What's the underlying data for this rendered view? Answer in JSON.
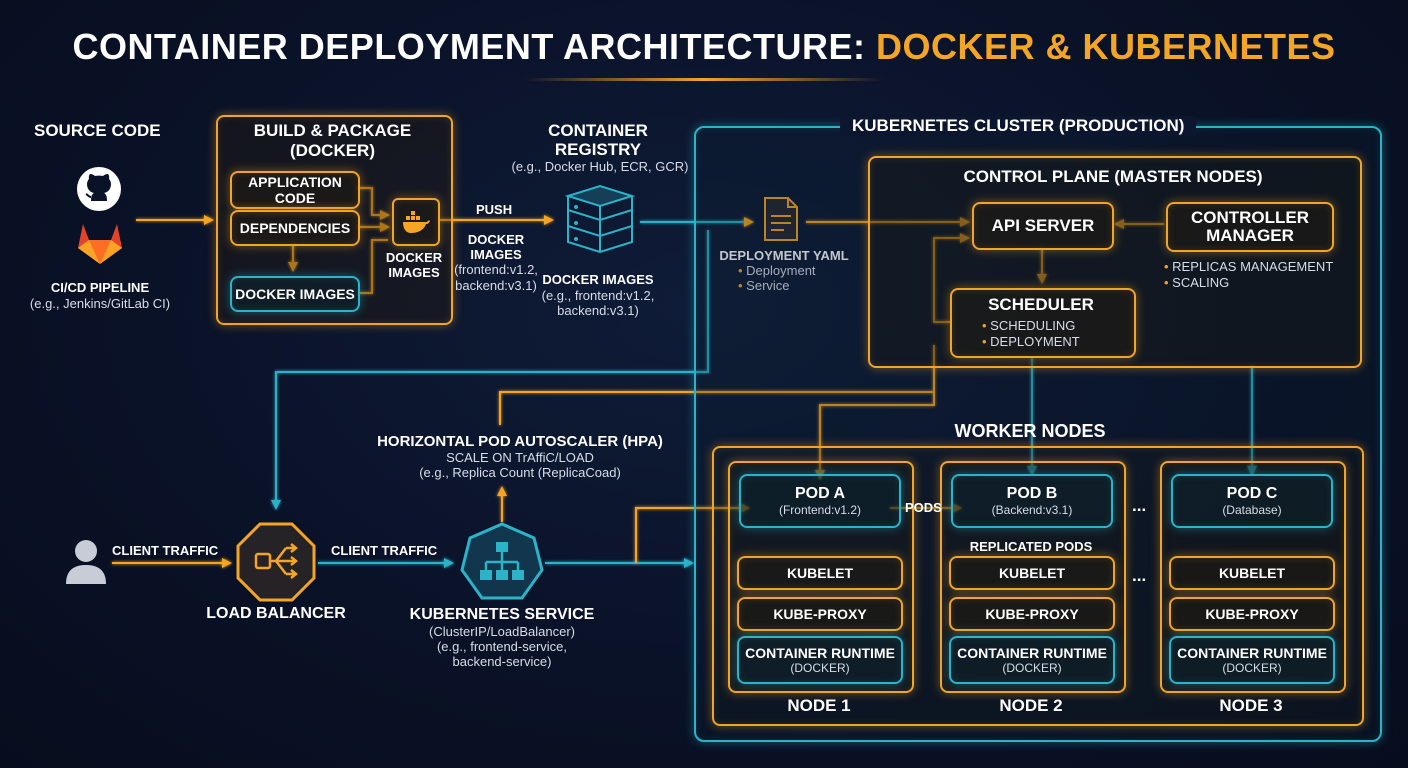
{
  "title": {
    "main": "CONTAINER DEPLOYMENT ARCHITECTURE: ",
    "accent": "DOCKER & KUBERNETES"
  },
  "colors": {
    "accent": "#f5a524",
    "teal": "#2bb3c8",
    "background": "#0a1228"
  },
  "source": {
    "heading": "SOURCE CODE",
    "cicd_label": "CI/CD PIPELINE",
    "cicd_sub": "(e.g., Jenkins/GitLab CI)",
    "icons": [
      "github-icon",
      "gitlab-icon"
    ]
  },
  "build": {
    "heading_line1": "BUILD & PACKAGE",
    "heading_line2": "(DOCKER)",
    "app_code_line1": "APPLICATION",
    "app_code_line2": "CODE",
    "dependencies": "DEPENDENCIES",
    "docker_images": "DOCKER IMAGES",
    "docker_side_line1": "DOCKER",
    "docker_side_line2": "IMAGES"
  },
  "push": {
    "label": "PUSH",
    "images_line1": "DOCKER",
    "images_line2": "IMAGES",
    "tags_line1": "(frontend:v1.2,",
    "tags_line2": "backend:v3.1)"
  },
  "registry": {
    "heading_line1": "CONTAINER",
    "heading_line2": "REGISTRY",
    "sub": "(e.g., Docker Hub, ECR, GCR)",
    "images_label": "DOCKER IMAGES",
    "images_line1": "(e.g., frontend:v1.2,",
    "images_line2": "backend:v3.1)"
  },
  "deployment": {
    "label": "DEPLOYMENT YAML",
    "items": [
      "Deployment",
      "Service"
    ]
  },
  "cluster": {
    "heading": "KUBERNETES CLUSTER (PRODUCTION)",
    "control_plane": "CONTROL PLANE (MASTER NODES)",
    "api_server": "API SERVER",
    "controller_line1": "CONTROLLER",
    "controller_line2": "MANAGER",
    "controller_items": [
      "REPLICAS MANAGEMENT",
      "SCALING"
    ],
    "scheduler": "SCHEDULER",
    "scheduler_items": [
      "SCHEDULING",
      "DEPLOYMENT"
    ],
    "worker_nodes": "WORKER NODES",
    "pods_label": "PODS",
    "replicated": "REPLICATED PODS",
    "ellipsis": "..."
  },
  "nodes": [
    {
      "name": "NODE 1",
      "pod": "POD A",
      "pod_sub": "(Frontend:v1.2)",
      "kubelet": "KUBELET",
      "proxy": "KUBE-PROXY",
      "runtime": "CONTAINER RUNTIME",
      "runtime_sub": "(DOCKER)"
    },
    {
      "name": "NODE 2",
      "pod": "POD B",
      "pod_sub": "(Backend:v3.1)",
      "kubelet": "KUBELET",
      "proxy": "KUBE-PROXY",
      "runtime": "CONTAINER RUNTIME",
      "runtime_sub": "(DOCKER)"
    },
    {
      "name": "NODE 3",
      "pod": "POD C",
      "pod_sub": "(Database)",
      "kubelet": "KUBELET",
      "proxy": "KUBE-PROXY",
      "runtime": "CONTAINER RUNTIME",
      "runtime_sub": "(DOCKER)"
    }
  ],
  "hpa": {
    "heading": "HORIZONTAL POD AUTOSCALER (HPA)",
    "sub1": "SCALE ON TrAffiC/LOAD",
    "sub2": "(e.g., Replica Count (ReplicaCoad)"
  },
  "traffic": {
    "client_traffic_1": "CLIENT TRAFFIC",
    "client_traffic_2": "CLIENT TRAFFIC",
    "load_balancer": "LOAD BALANCER",
    "service_heading": "KUBERNETES SERVICE",
    "service_sub1": "(ClusterIP/LoadBalancer)",
    "service_sub2": "(e.g., frontend-service,",
    "service_sub3": "backend-service)"
  }
}
